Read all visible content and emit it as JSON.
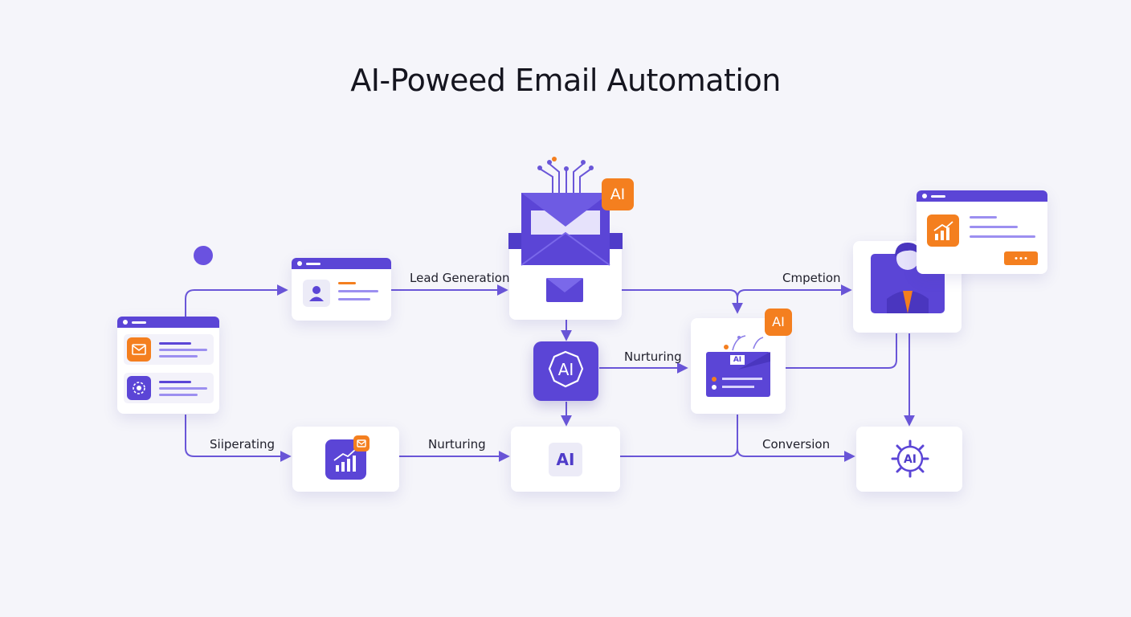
{
  "title": "AI-Poweed Email Automation",
  "colors": {
    "purple": "#5b45d6",
    "orange": "#f47f1f",
    "background": "#f5f5fa"
  },
  "labels": {
    "lead_generation": "Lead Generation",
    "cmpetion": "Cmpetion",
    "nurturing_upper": "Nurturing",
    "siperating": "Siiperating",
    "nurturing_lower": "Nurturing",
    "conversion": "Conversion"
  },
  "badges": {
    "top_envelope": "AI",
    "nurturing_email": "AI",
    "center_chip": "AI",
    "bottom_center": "AI",
    "gear": "AI",
    "email_card": "AI"
  },
  "icons": {
    "start_dot": "circle-icon",
    "source_mail": "mail-icon",
    "source_gear": "gear-icon",
    "lead_profile": "user-icon",
    "main_envelope": "envelope-icon",
    "analytics": "chart-icon",
    "person": "person-icon",
    "report_chart": "chart-icon",
    "ai_gear": "gear-icon"
  }
}
